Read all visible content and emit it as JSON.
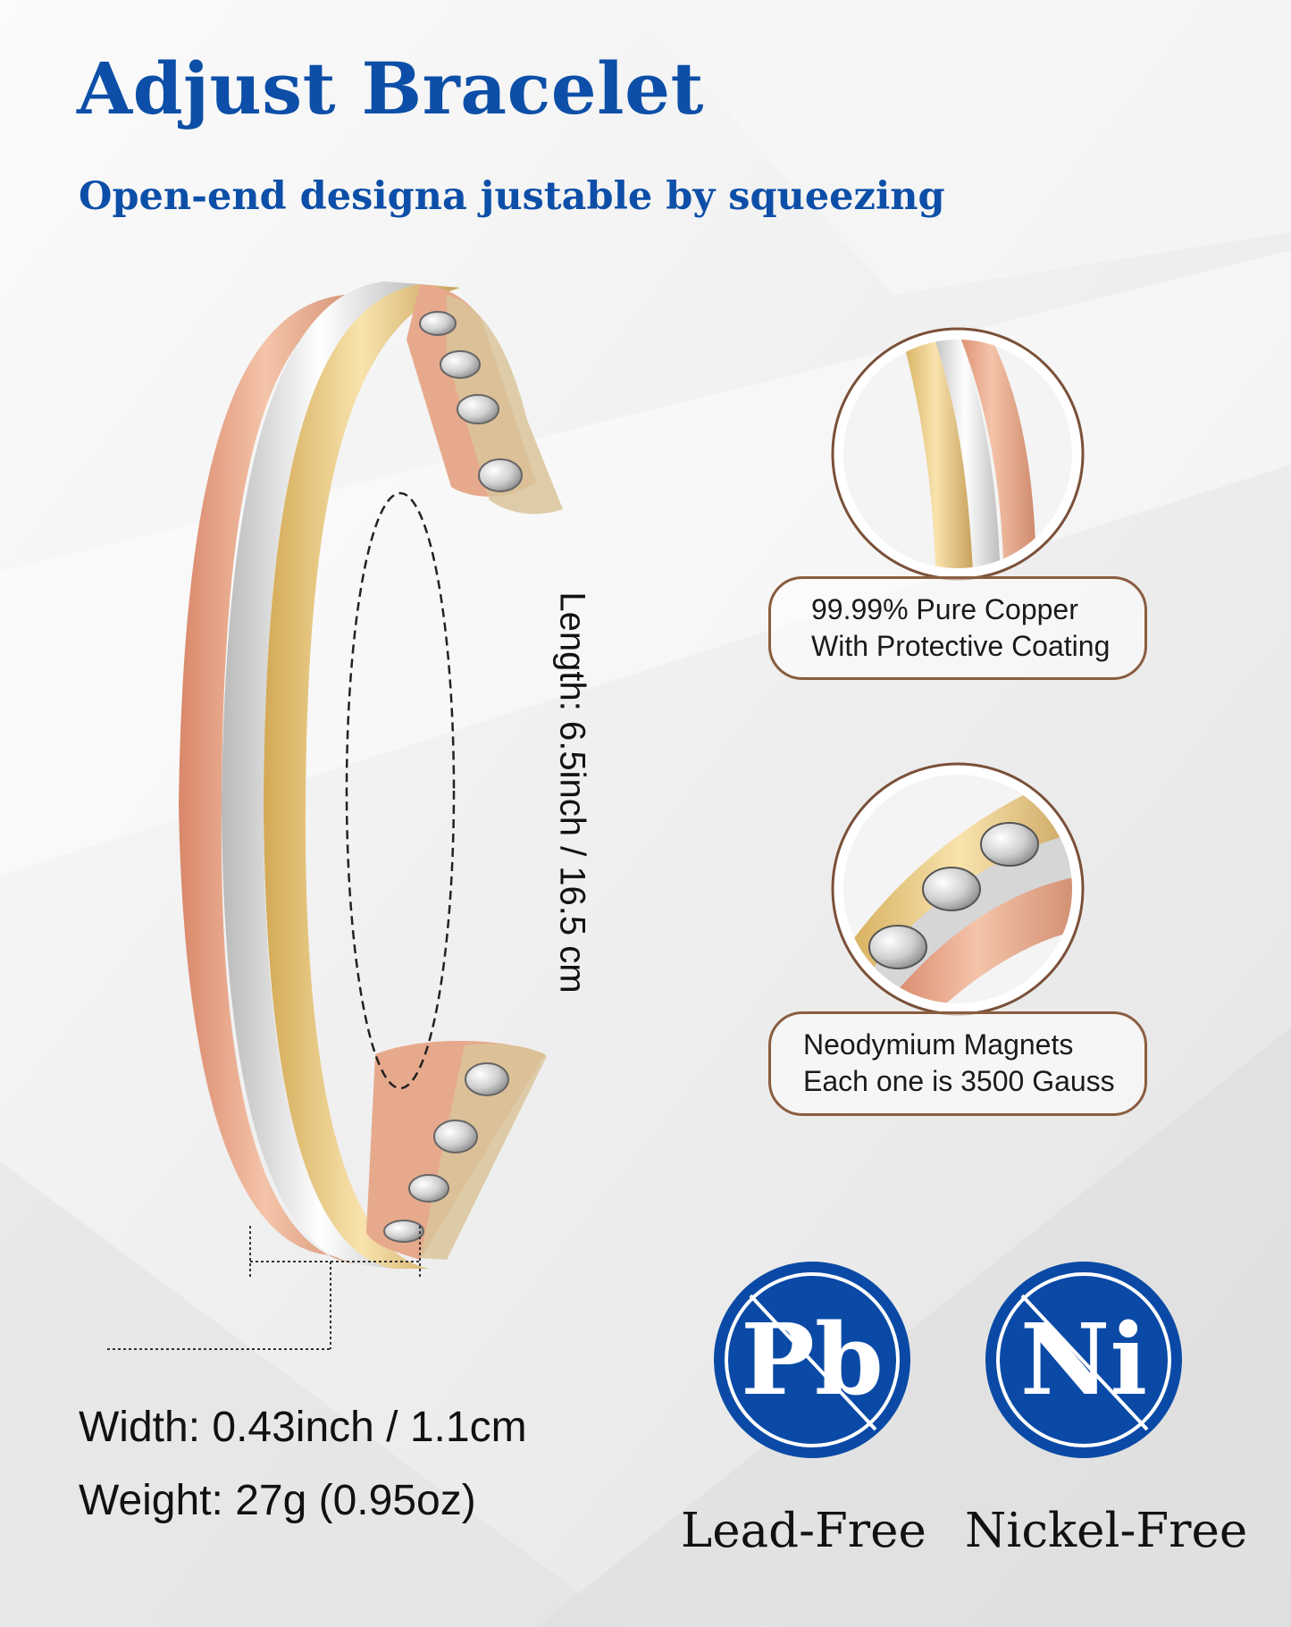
{
  "header": {
    "title": "Adjust Bracelet",
    "subtitle": "Open-end designa justable by squeezing"
  },
  "dimensions": {
    "length_label": "Length: 6.5inch / 16.5 cm",
    "width_label": "Width: 0.43inch / 1.1cm",
    "weight_label": "Weight: 27g (0.95oz)"
  },
  "callouts": {
    "copper": {
      "line1": "99.99% Pure Copper",
      "line2": "With Protective Coating"
    },
    "magnets": {
      "line1": "Neodymium Magnets",
      "line2": "Each one is 3500 Gauss"
    }
  },
  "badges": {
    "lead": {
      "symbol": "Pb",
      "caption": "Lead-Free"
    },
    "nickel": {
      "symbol": "Ni",
      "caption": "Nickel-Free"
    }
  },
  "colors": {
    "title_blue": "#0d4fa8",
    "badge_blue": "#0a4aa6",
    "rose_gold": "#e2a382",
    "silver": "#dcdcdc",
    "gold": "#e6c98a",
    "callout_border": "#8a5d40"
  }
}
